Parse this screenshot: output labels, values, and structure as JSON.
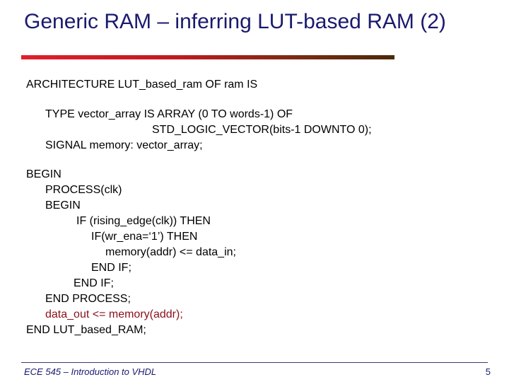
{
  "slide": {
    "title": "Generic RAM – inferring LUT-based RAM (2)",
    "accent_color": "#c21a22",
    "code_lines": [
      "ARCHITECTURE LUT_based_ram OF ram IS",
      "TYPE vector_array IS ARRAY (0 TO words-1) OF",
      "STD_LOGIC_VECTOR(bits-1 DOWNTO 0);",
      "SIGNAL memory: vector_array;",
      "BEGIN",
      "PROCESS(clk)",
      "BEGIN",
      "IF (rising_edge(clk)) THEN",
      "IF(wr_ena=‘1’) THEN",
      "memory(addr) <= data_in;",
      "END IF;",
      "END IF;",
      "END PROCESS;",
      "data_out <= memory(addr);",
      "END LUT_based_RAM;"
    ],
    "highlight_color": "#8a0f1a"
  },
  "footer": {
    "course": "ECE 545 – Introduction to VHDL",
    "page_number": "5"
  }
}
